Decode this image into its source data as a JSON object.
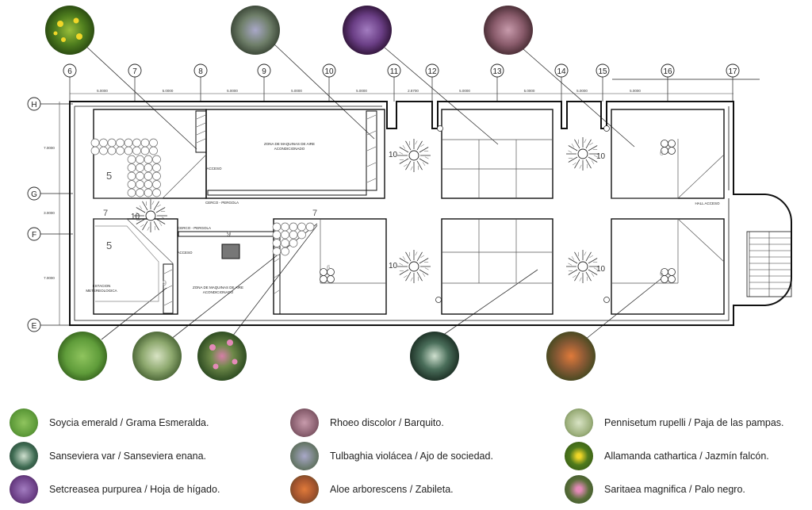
{
  "axes": {
    "columns": [
      "6",
      "7",
      "8",
      "9",
      "10",
      "11",
      "12",
      "13",
      "14",
      "15",
      "16",
      "17"
    ],
    "rows": [
      "H",
      "G",
      "F",
      "E"
    ]
  },
  "dimensions": {
    "top": [
      "5.0000",
      "5.0000",
      "5.0000",
      "5.0000",
      "5.0000",
      "2.8700",
      "5.0000",
      "5.0000",
      "5.0000",
      "5.0000"
    ],
    "left": [
      "7.0000",
      "3.0000",
      "7.0000"
    ]
  },
  "room_labels": {
    "work_zone_top": [
      "ZONA DE MAQUINAS DE AIRE",
      "ACONDICIONADO"
    ],
    "work_zone_bottom": [
      "ZONA DE MAQUINAS DE AIRE",
      "ACONDICIONADO"
    ],
    "estacion": [
      "ESTACION",
      "METEREOLOGICA"
    ],
    "acceso_1": "ACCESO",
    "acceso_2": "ACCESO",
    "pergola_1": "CERCO - PERGOLA",
    "pergola_2": "CERCO - PERGOLA",
    "hall": "HALL ACCESO"
  },
  "plant_numbers": {
    "n5a": "5",
    "n5b": "5",
    "n7a": "7",
    "n7b": "7",
    "n9": "9",
    "n10a": "10",
    "n10b": "10",
    "n10c": "10",
    "n10d": "10",
    "n10e": "10",
    "n6a": "6",
    "n6b": "6",
    "n6c": "6",
    "n6d": "6"
  },
  "photo_colors": {
    "yellow_flower": "#4e7d1e",
    "lavender": "#6f7f6a",
    "purple_leaf": "#6b3f86",
    "pink_leaf": "#8a5c6c",
    "grass": "#5f9c3a",
    "pennisetum": "#8da86e",
    "pink_flower": "#4f7d3a",
    "succulent": "#4a6e5a",
    "aloe": "#8b5a35"
  },
  "legend": [
    {
      "label": "Soycia emerald / Grama Esmeralda.",
      "color": "#5f9c3a"
    },
    {
      "label": "Sanseviera var / Sanseviera enana.",
      "color": "#3e6b52"
    },
    {
      "label": "Setcreasea purpurea / Hoja de hígado.",
      "color": "#6b3f86"
    },
    {
      "label": "Rhoeo discolor / Barquito.",
      "color": "#8a6070"
    },
    {
      "label": "Tulbaghia violácea / Ajo de sociedad.",
      "color": "#6a7a6e"
    },
    {
      "label": "Aloe arborescens / Zabileta.",
      "color": "#a0522d"
    },
    {
      "label": "Pennisetum rupelli / Paja de las pampas.",
      "color": "#9db07c"
    },
    {
      "label": "Allamanda cathartica / Jazmín falcón.",
      "color": "#4f7a1c"
    },
    {
      "label": "Saritaea magnifica / Palo negro.",
      "color": "#5a6e3a"
    }
  ]
}
